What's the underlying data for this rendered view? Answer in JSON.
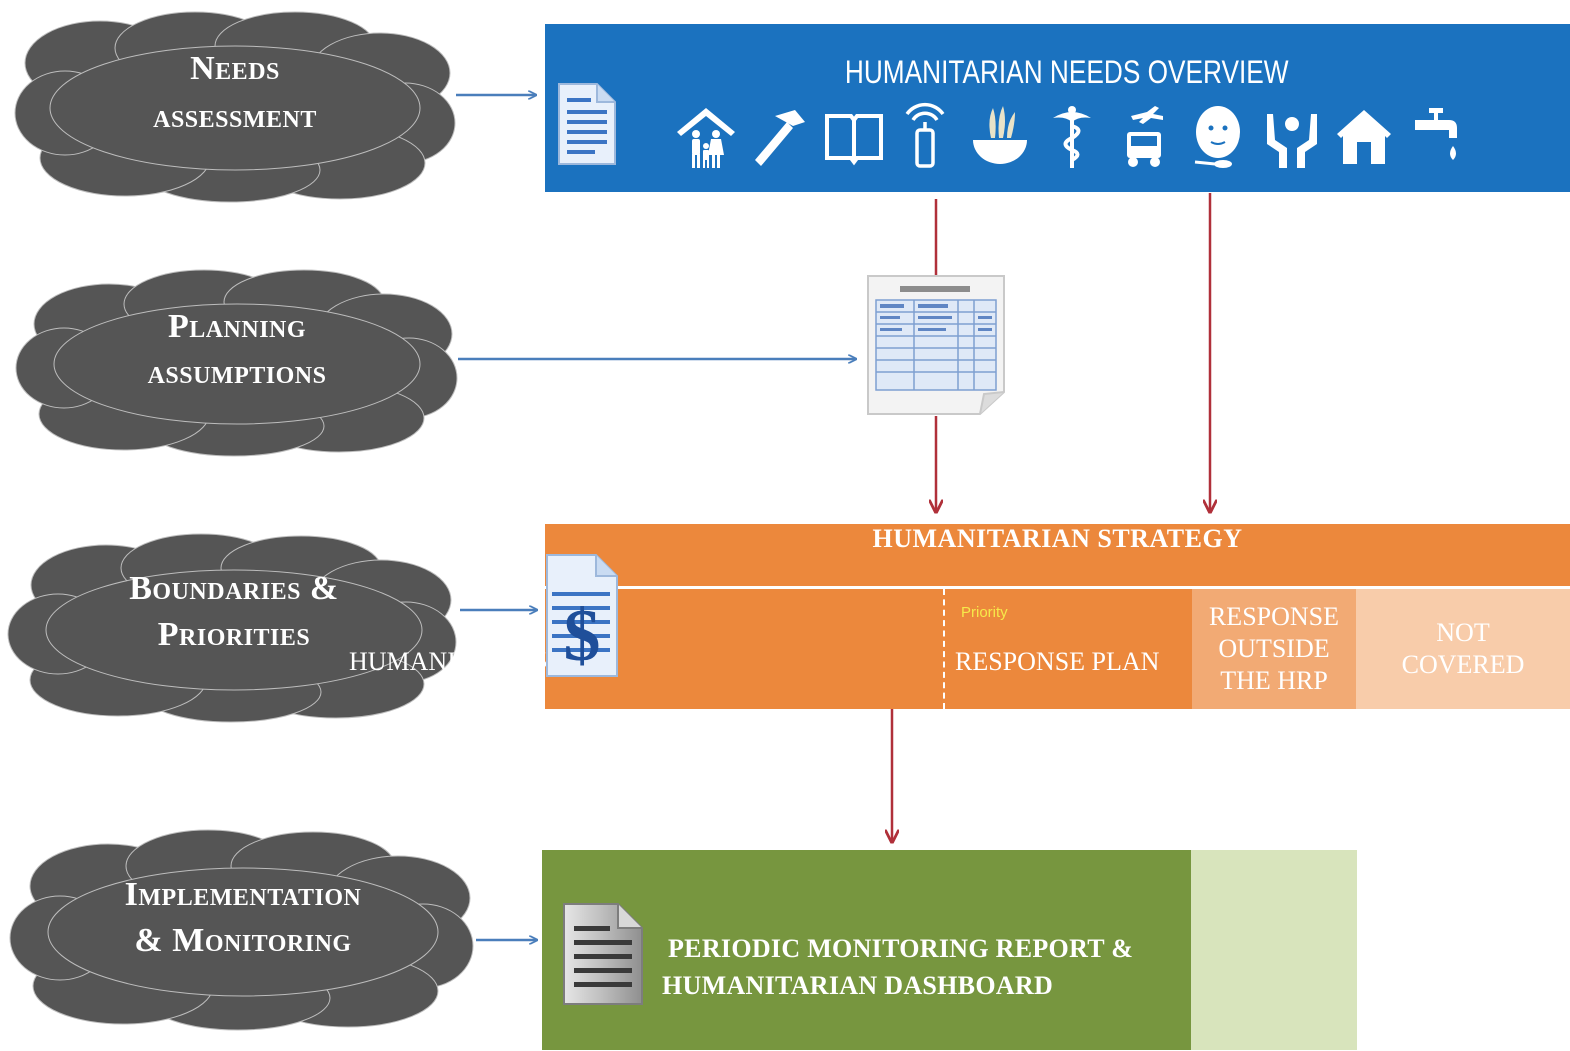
{
  "colors": {
    "cloud": "#555555",
    "hno": "#1b72bf",
    "strategy": "#ec883c",
    "outside_hrp": "#f2aa74",
    "not_covered": "#f8ccaa",
    "monitoring": "#77963f",
    "monitoring_side": "#d8e4bc",
    "blue_arrow": "#4a7ebb",
    "red_arrow": "#b0303a",
    "priority_text": "#f6e94a"
  },
  "clouds": [
    {
      "line1": "Needs",
      "line2": "assessment"
    },
    {
      "line1": "Planning",
      "line2": "assumptions"
    },
    {
      "line1": "Boundaries  &",
      "line2": "Priorities"
    },
    {
      "line1": "Implementation",
      "line2": "& Monitoring"
    }
  ],
  "hno": {
    "title": "HUMANITARIAN NEEDS OVERVIEW",
    "document_icon": "document-icon",
    "sector_icons": [
      "family-shelter-icon",
      "hammer-icon",
      "open-book-icon",
      "mobile-signal-icon",
      "food-bowl-icon",
      "health-caduceus-icon",
      "logistics-transport-icon",
      "nutrition-child-icon",
      "protection-hands-icon",
      "house-icon",
      "water-tap-icon"
    ]
  },
  "planning": {
    "icon": "spreadsheet-icon"
  },
  "strategy": {
    "title": "HUMANITARIAN STRATEGY",
    "icon": "budget-document-icon",
    "hrp_left": "HUMANITARIAN",
    "hrp_right": "RESPONSE PLAN",
    "priority": "Priority",
    "outside": [
      "RESPONSE",
      "OUTSIDE",
      "THE HRP"
    ],
    "not_covered": [
      "NOT",
      "COVERED"
    ]
  },
  "monitoring": {
    "icon": "report-document-icon",
    "line1": "PERIODIC MONITORING REPORT &",
    "line2": "HUMANITARIAN DASHBOARD"
  }
}
